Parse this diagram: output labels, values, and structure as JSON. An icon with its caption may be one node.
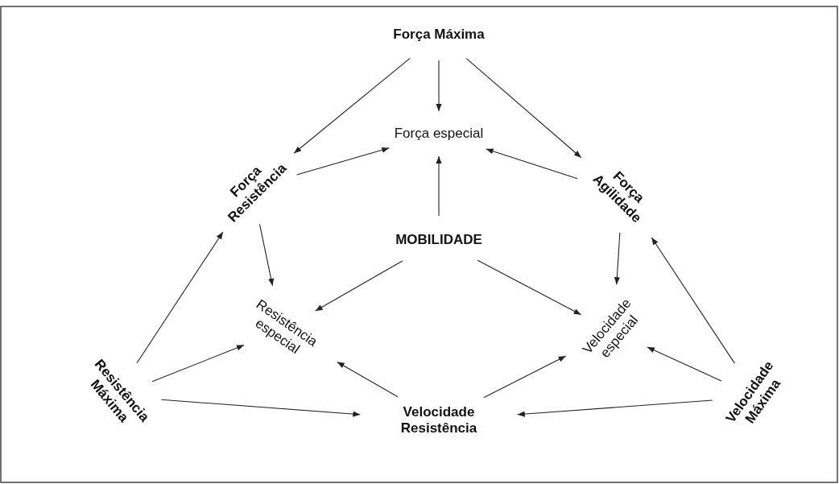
{
  "diagram": {
    "nodes": [
      {
        "text": [
          "Força Máxima"
        ]
      },
      {
        "text": [
          "Força especial"
        ]
      },
      {
        "text": [
          "Força Resistência"
        ]
      },
      {
        "text": [
          "Força Agilidade"
        ]
      },
      {
        "text": [
          "MOBILIDADE"
        ]
      },
      {
        "text": [
          "Resistência especial"
        ]
      },
      {
        "text": [
          "Velocidade especial"
        ]
      },
      {
        "text": [
          "Resistência Máxima"
        ]
      },
      {
        "text": [
          "Velocidade Resistência"
        ]
      },
      {
        "text": [
          "Velocidade Máxima"
        ]
      }
    ],
    "edges": [
      {
        "from": 0,
        "to": 2,
        "arrow": "to"
      },
      {
        "from": 0,
        "to": 1,
        "arrow": "to"
      },
      {
        "from": 0,
        "to": 3,
        "arrow": "to"
      },
      {
        "from": 2,
        "to": 1,
        "arrow": "to"
      },
      {
        "from": 3,
        "to": 1,
        "arrow": "to"
      },
      {
        "from": 4,
        "to": 1,
        "arrow": "to"
      },
      {
        "from": 2,
        "to": 5,
        "arrow": "to"
      },
      {
        "from": 3,
        "to": 6,
        "arrow": "to"
      },
      {
        "from": 4,
        "to": 5,
        "arrow": "to"
      },
      {
        "from": 4,
        "to": 6,
        "arrow": "to"
      },
      {
        "from": 7,
        "to": 2,
        "arrow": "to"
      },
      {
        "from": 7,
        "to": 5,
        "arrow": "to"
      },
      {
        "from": 7,
        "to": 8,
        "arrow": "to"
      },
      {
        "from": 8,
        "to": 5,
        "arrow": "to"
      },
      {
        "from": 8,
        "to": 6,
        "arrow": "to"
      },
      {
        "from": 9,
        "to": 6,
        "arrow": "to"
      },
      {
        "from": 9,
        "to": 8,
        "arrow": "to"
      },
      {
        "from": 9,
        "to": 3,
        "arrow": "to"
      }
    ]
  }
}
